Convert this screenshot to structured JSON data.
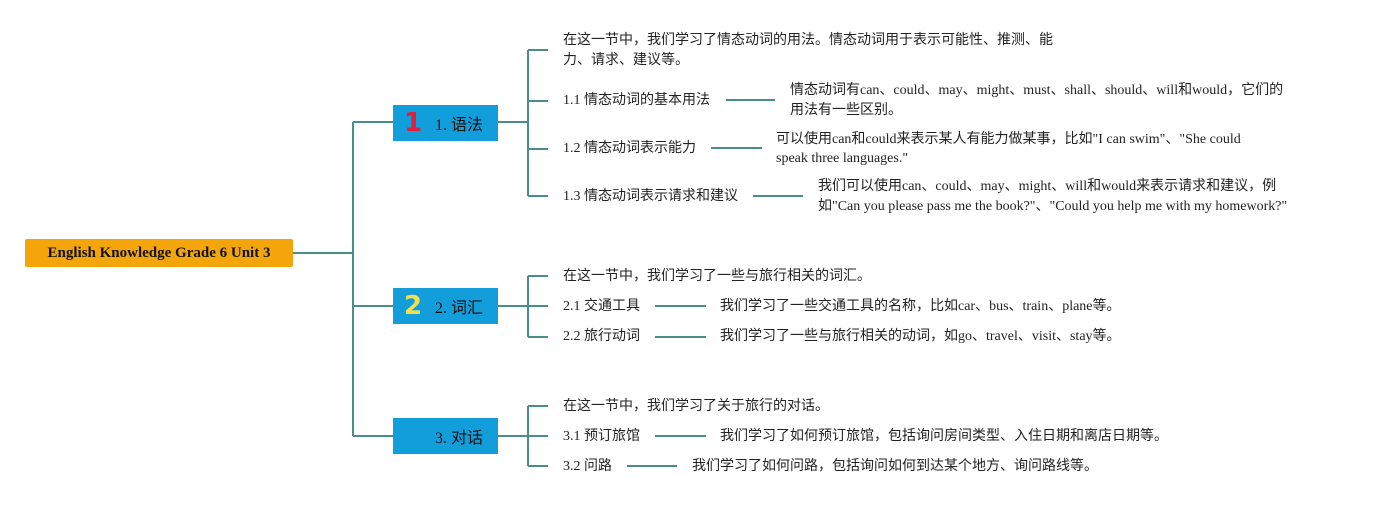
{
  "root": {
    "label": "English Knowledge Grade 6 Unit 3"
  },
  "branches": [
    {
      "number": "1",
      "label": "1. 语法",
      "intro": "在这一节中，我们学习了情态动词的用法。情态动词用于表示可能性、推测、能力、请求、建议等。",
      "subs": [
        {
          "label": "1.1 情态动词的基本用法",
          "detail": "情态动词有can、could、may、might、must、shall、should、will和would，它们的用法有一些区别。"
        },
        {
          "label": "1.2 情态动词表示能力",
          "detail": "可以使用can和could来表示某人有能力做某事，比如\"I can swim\"、\"She could speak three languages.\""
        },
        {
          "label": "1.3 情态动词表示请求和建议",
          "detail": "我们可以使用can、could、may、might、will和would来表示请求和建议，例如\"Can you please pass me the book?\"、\"Could you help me with my homework?\""
        }
      ]
    },
    {
      "number": "2",
      "label": "2. 词汇",
      "intro": "在这一节中，我们学习了一些与旅行相关的词汇。",
      "subs": [
        {
          "label": "2.1 交通工具",
          "detail": "我们学习了一些交通工具的名称，比如car、bus、train、plane等。"
        },
        {
          "label": "2.2 旅行动词",
          "detail": "我们学习了一些与旅行相关的动词，如go、travel、visit、stay等。"
        }
      ]
    },
    {
      "number": "",
      "label": "3. 对话",
      "intro": "在这一节中，我们学习了关于旅行的对话。",
      "subs": [
        {
          "label": "3.1 预订旅馆",
          "detail": "我们学习了如何预订旅馆，包括询问房间类型、入住日期和离店日期等。"
        },
        {
          "label": "3.2 问路",
          "detail": "我们学习了如何问路，包括询问如何到达某个地方、询问路线等。"
        }
      ]
    }
  ],
  "colors": {
    "root": "#f4a50a",
    "branch": "#129ddb",
    "connector": "#4a8e8a",
    "num1": "#e0203a",
    "num2": "#f6e04a"
  }
}
